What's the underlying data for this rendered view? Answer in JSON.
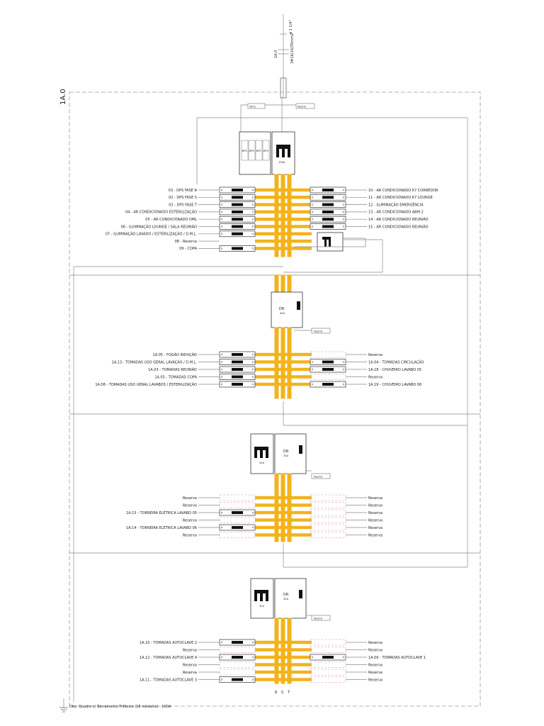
{
  "header": {
    "pipe_label": "ø 1 1/4\"",
    "feed_code": "1A.0",
    "cable_label": "3#16(16)T6mm2"
  },
  "panel_id": "1A.0",
  "busbar_letters": [
    "R",
    "S",
    "T"
  ],
  "section1": {
    "tags": {
      "terra": "Terra",
      "neutro": "Neutro"
    },
    "dps_labels": [
      "DPS",
      "DPS",
      "DPS",
      "DPS"
    ],
    "main_breaker": "100A",
    "left_circuits": [
      "03 - DPS FASE R",
      "02 - DPS FASE S",
      "03 - DPS FASE T",
      "04 - AR CONDICIONADO ESTERILIZAÇÃO",
      "05 - AR CONDICIONADO DML",
      "06 - ILUMINAÇÃO LOUNGE / SALA REUNIÃO",
      "07 - ILUMINAÇÃO LAVADO / ESTERILIZAÇÃO / D.M.L.",
      "08 - Reserva",
      "09 - COPA"
    ],
    "right_circuits": [
      "10 - AR CONDICIONADO K7 CORREDOR",
      "11 - AR CONDICIONADO K7 LOUNGE",
      "12 - ILUMINAÇÃO EMERGÊNCIA",
      "13 - AR CONDICIONADO ABM 2",
      "14 - AR CONDICIONADO REUNIÃO",
      "15 - AR CONDICIONADO REUNIÃO"
    ]
  },
  "section2": {
    "dr_label": "DR",
    "dr_rating": "40A",
    "neutro": "Neutro",
    "left_circuits": [
      "1A.05 - FOGÃO INDUÇÃO",
      "1A.13 - TOMADAS USO GERAL LAVAÇÃO / D.M.L.",
      "1A.03 - TOMADAS REUNIÃO",
      "1A.05 - TOMADAS COPA",
      "1A.08 - TOMADAS USO GERAL LAVABOS / ESTERILIZAÇÃO"
    ],
    "right_circuits": [
      "Reserva",
      "1A.04 - TOMADAS CIRCULAÇÃO",
      "1A.18 - CHUVEIRO LAVABO 05",
      "Reserva",
      "1A.19 - CHUVEIRO LAVABO 06"
    ]
  },
  "section3": {
    "main_rating": "25A",
    "dr_label": "DR",
    "dr_rating": "25A",
    "neutro": "Neutro",
    "left_circuits": [
      "Reserva",
      "Reserva",
      "1A.15 - TORNEIRA ELÉTRICA LAVABO 05",
      "Reserva",
      "1A.14 - TORNEIRA ELÉTRICA LAVABO 06",
      "Reserva"
    ],
    "right_circuits": [
      "Reserva",
      "Reserva",
      "Reserva",
      "Reserva",
      "Reserva",
      "Reserva"
    ]
  },
  "section4": {
    "main_rating": "32A",
    "dr_label": "DR",
    "dr_rating": "32A",
    "neutro": "Neutro",
    "left_circuits": [
      "1A.10 - TOMADAS AUTOCLAVE 2",
      "Reserva",
      "1A.12 - TOMADAS AUTOCLAVE 4",
      "Reserva",
      "Reserva",
      "1A.11 - TOMADAS AUTOCLAVE 3"
    ],
    "right_circuits": [
      "Reserva",
      "Reserva",
      "1A.09 - TOMADAS AUTOCLAVE 1",
      "Reserva",
      "Reserva",
      "Reserva"
    ]
  },
  "footnote": "Obs: Quadro c/ Barramento Trifásico (18 módulos) - 100A",
  "colors": {
    "busbar": "#f2b31c",
    "wire": "#8a8a8a",
    "panel": "#9a9a9a"
  }
}
